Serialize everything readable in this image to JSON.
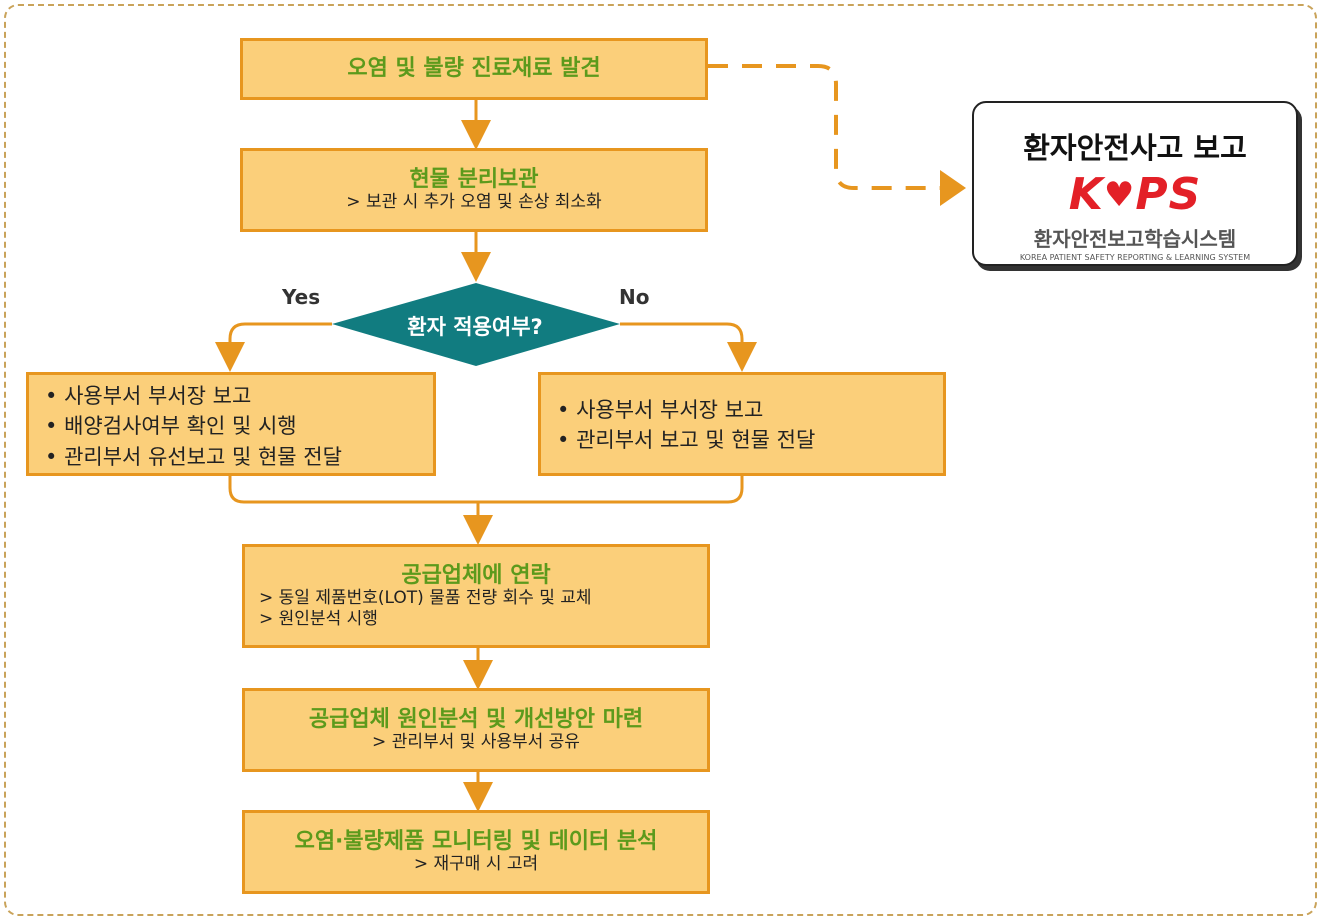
{
  "nodes": {
    "n1": {
      "title": "오염 및 불량 진료재료 발견"
    },
    "n2": {
      "title": "현물 분리보관",
      "sub": "> 보관 시 추가 오염 및 손상 최소화"
    },
    "decision": {
      "text": "환자 적용여부?",
      "yes_label": "Yes",
      "no_label": "No"
    },
    "yes_box": {
      "items": [
        "사용부서 부서장 보고",
        "배양검사여부 확인 및 시행",
        "관리부서 유선보고 및 현물 전달"
      ]
    },
    "no_box": {
      "items": [
        "사용부서 부서장 보고",
        "관리부서 보고 및 현물 전달"
      ]
    },
    "n5": {
      "title": "공급업체에 연락",
      "subs": [
        "> 동일 제품번호(LOT) 물품 전량 회수 및 교체",
        "> 원인분석 시행"
      ]
    },
    "n6": {
      "title": "공급업체 원인분석 및 개선방안 마련",
      "sub": "> 관리부서 및 사용부서 공유"
    },
    "n7": {
      "title": "오염·불량제품 모니터링 및 데이터 분석",
      "sub": "> 재구매 시 고려"
    }
  },
  "kops": {
    "heading": "환자안전사고 보고",
    "logo": "KOPS",
    "name_ko": "환자안전보고학습시스템",
    "name_en": "KOREA PATIENT SAFETY REPORTING & LEARNING SYSTEM"
  },
  "colors": {
    "box_fill": "#fbcf7a",
    "box_border": "#e7961f",
    "title_green": "#5c9a1c",
    "decision_teal": "#117c80",
    "arrow_orange": "#e7961f",
    "kops_red": "#e32027"
  }
}
